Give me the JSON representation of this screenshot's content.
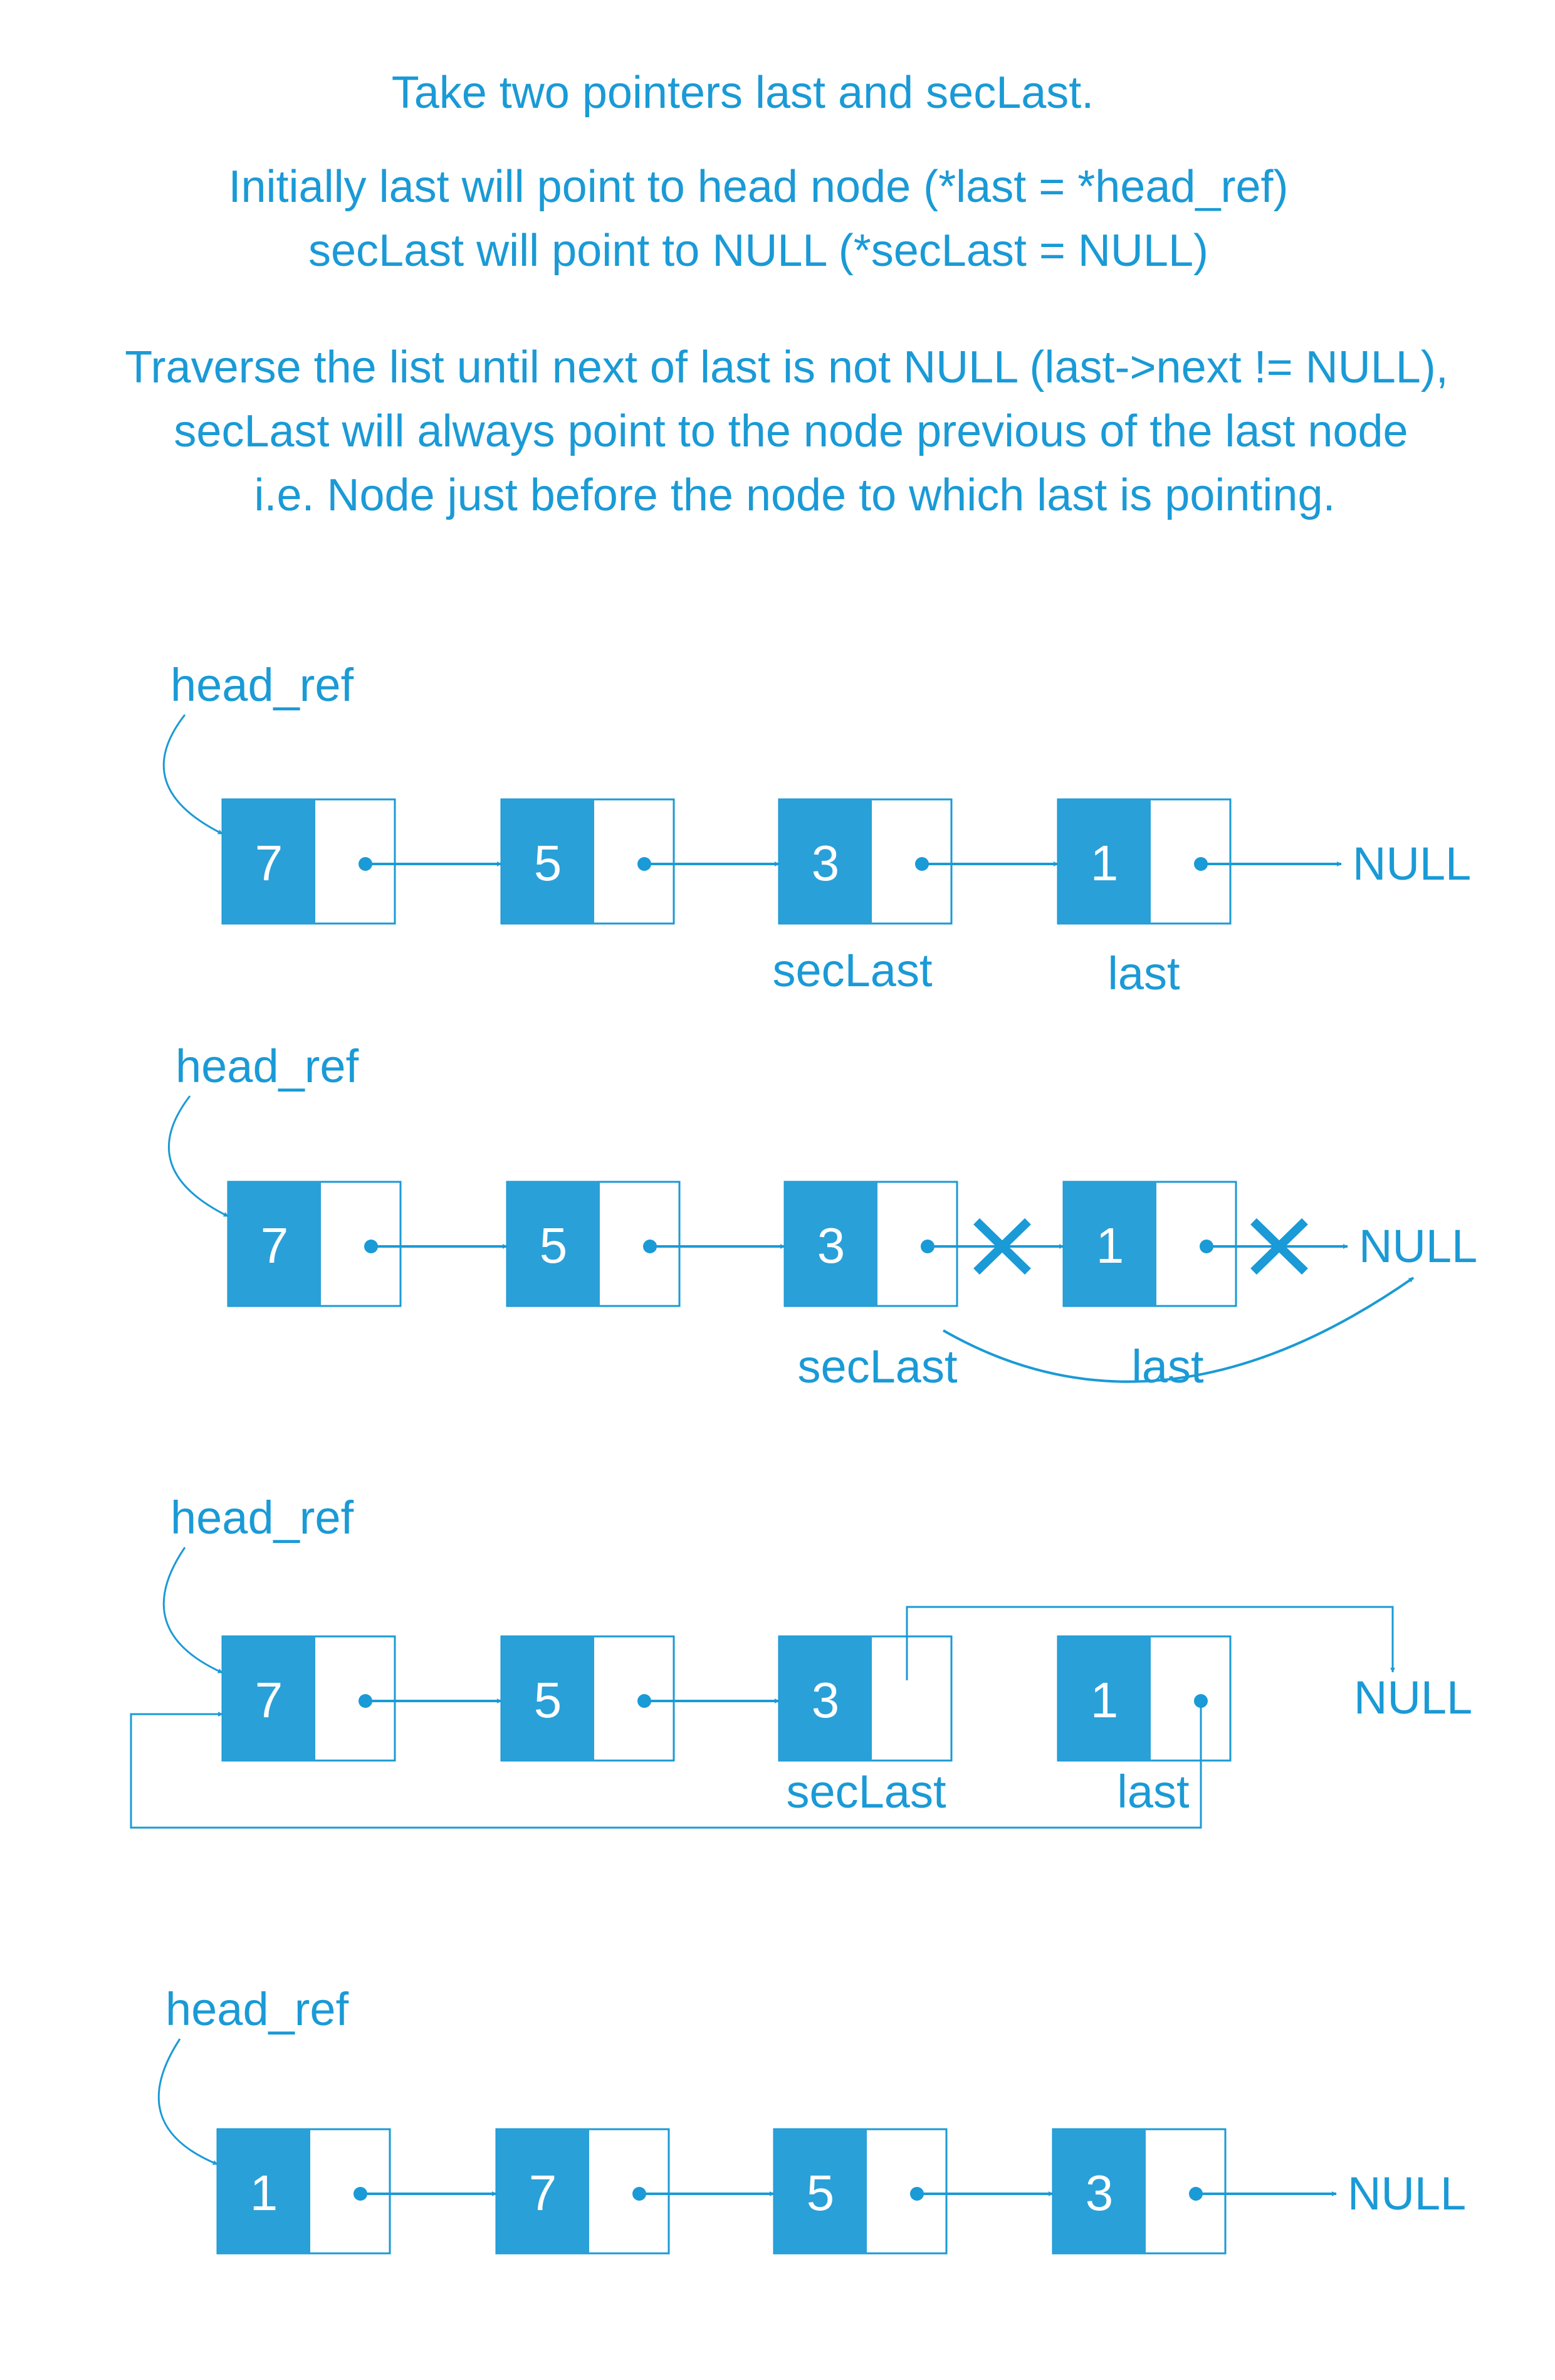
{
  "intro": {
    "lines": [
      "Take two pointers last and secLast.",
      "Initially last will point to head node (*last = *head_ref)",
      "secLast will point to NULL (*secLast = NULL)",
      "Traverse the list until next of last is not NULL (last->next != NULL),",
      "secLast will always point to the node previous of the last node",
      "i.e. Node just before the node to which last is pointing."
    ]
  },
  "labels": {
    "head_ref": "head_ref",
    "null": "NULL",
    "seclast": "secLast",
    "last": "last"
  },
  "step1": {
    "nodes": [
      "7",
      "5",
      "3",
      "1"
    ]
  },
  "step2": {
    "nodes": [
      "7",
      "5",
      "3",
      "1"
    ]
  },
  "step3": {
    "nodes": [
      "7",
      "5",
      "3",
      "1"
    ]
  },
  "step4": {
    "nodes": [
      "1",
      "7",
      "5",
      "3"
    ]
  },
  "colors": {
    "accent": "#1a9ad6",
    "node_fill": "#2aa0d8"
  }
}
